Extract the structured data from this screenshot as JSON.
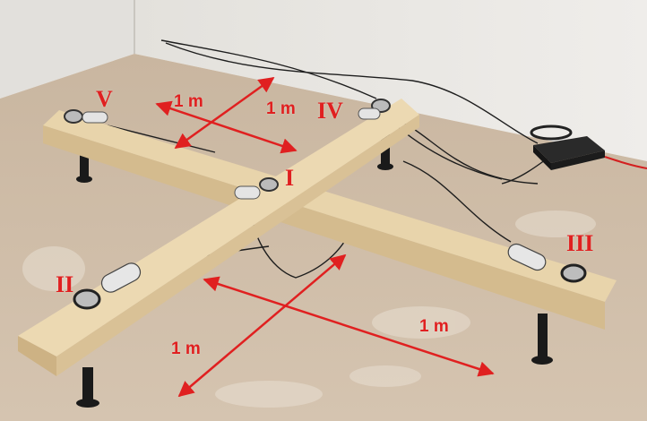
{
  "labels": {
    "sensor_1": "I",
    "sensor_2": "II",
    "sensor_3": "III",
    "sensor_4": "IV",
    "sensor_5": "V"
  },
  "distances": {
    "top_left": "1 m",
    "top_right": "1 m",
    "bottom_left": "1 m",
    "bottom_right": "1 m"
  },
  "colors": {
    "annotation": "#e02020",
    "wood": "#e6cfa3",
    "floor": "#cdbba5",
    "wall": "#eceae6"
  }
}
